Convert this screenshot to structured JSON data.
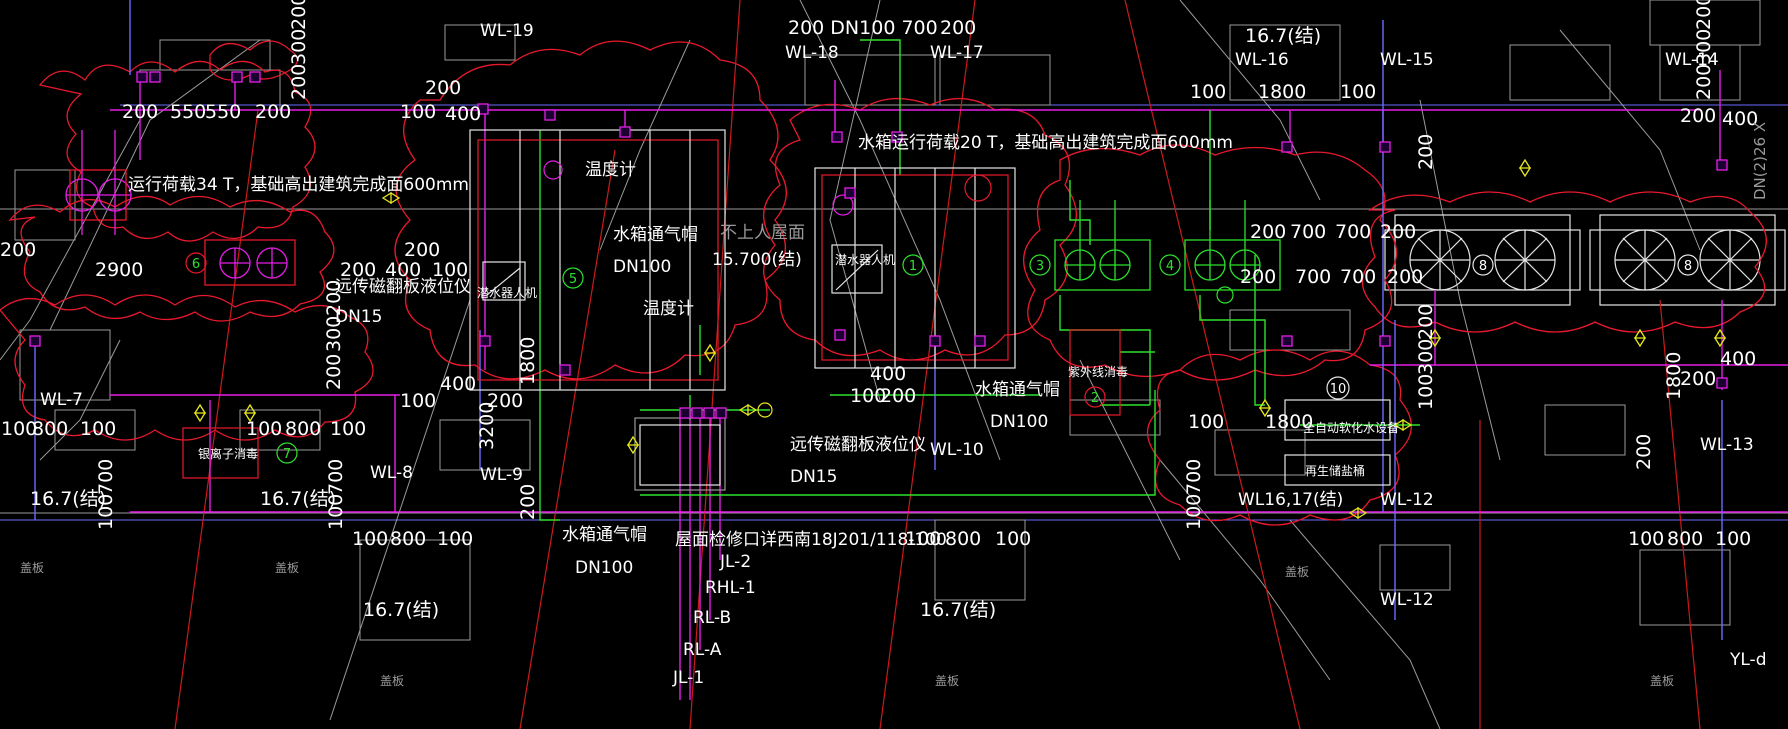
{
  "colors": {
    "background": "#000000",
    "cloud": "#e8192c",
    "pipe_green": "#2de22d",
    "pipe_magenta": "#e61ee6",
    "pipe_blue": "#6b6bff",
    "pipe_yellow": "#e8e81a",
    "grid_gray": "#9a9a9a",
    "red_line": "#cc1a1a"
  },
  "notes": {
    "load_34t": "运行荷载34 T，基础高出建筑完成面600mm",
    "load_20t": "水箱运行荷载20 T，基础高出建筑完成面600mm",
    "temp_1": "温度计",
    "temp_2": "温度计",
    "vent_1": "水箱通气帽",
    "vent_1_dn": "DN100",
    "vent_2": "水箱通气帽",
    "vent_2_dn": "DN100",
    "vent_3": "水箱通气帽",
    "vent_3_dn": "DN100",
    "gauge_1": "远传磁翻板液位仪",
    "gauge_1_dn": "DN15",
    "gauge_2": "远传磁翻板液位仪",
    "gauge_2_dn": "DN15",
    "roof_no_access": "不上人屋面",
    "roof_elev": "15.700(结)",
    "roof_hatch": "屋面检修口详西南18J201/118-100",
    "robot_1": "潜水器人机",
    "robot_2": "潜水器人机",
    "uv": "紫外线消毒",
    "ion": "银离子消毒",
    "softener": "全自动软化水设备",
    "regen": "再生储盐桶",
    "slab": "盖板"
  },
  "tags": {
    "wl19": "WL-19",
    "wl18": "WL-18",
    "wl17": "WL-17",
    "wl16": "WL-16",
    "wl15": "WL-15",
    "wl14": "WL-14",
    "wl13": "WL-13",
    "wl12a": "WL-12",
    "wl12b": "WL-12",
    "wl8": "WL-8",
    "wl7": "WL-7",
    "wl9": "WL-9",
    "wl10": "WL-10",
    "wl1617": "WL16,17(结)",
    "jl2": "JL-2",
    "rhl1": "RHL-1",
    "rlb": "RL-B",
    "rla": "RL-A",
    "jl1": "JL-1",
    "yld": "YL-d",
    "vert": "DN(2)26 X"
  },
  "dims": {
    "d200a": "200",
    "d550": "550",
    "d550b": "550",
    "d200b": "200",
    "d200c": "200",
    "d100a": "100",
    "d400a": "400",
    "d100b": "100",
    "d2900": "2900",
    "d200d": "200",
    "d400b": "400",
    "d200e": "200",
    "d100c": "100",
    "d200f": "200",
    "dn100top": "200 DN100 700",
    "d200g": "200",
    "d100d": "100",
    "d1800": "1800",
    "d100e": "100",
    "d200h": "200",
    "d700a": "700",
    "d700b": "700",
    "d200i": "200",
    "d700c": "700",
    "d700d": "700",
    "d200j": "200",
    "d200k": "200",
    "d400c": "400",
    "d200l": "200",
    "d400d": "400",
    "d100f": "100",
    "d800a": "800",
    "d100g": "100",
    "d100h": "100",
    "d800b": "800",
    "d100i": "100",
    "d100j": "100",
    "d800c": "800",
    "d100k": "100",
    "d100l": "100",
    "d800d": "800",
    "d100m": "100",
    "d100n": "100",
    "d800e": "800",
    "d100o": "100",
    "d400e": "400",
    "d100p": "100",
    "d200m": "200",
    "d200n": "200",
    "d400f": "400",
    "d100q": "100",
    "d1800b": "1800",
    "d100r": "100",
    "d200o": "200",
    "e167a": "16.7(结)",
    "e167b": "16.7(结)",
    "e167c": "16.7(结)",
    "e167d": "16.7(结)",
    "e167e": "16.7(结)",
    "v200a": "200",
    "v300a": "300",
    "v200b": "200",
    "v200c": "200",
    "v300b": "300",
    "v200d": "200",
    "v100a": "100",
    "v700a": "700",
    "v100b": "100",
    "v700b": "700",
    "v1800a": "1800",
    "v200e": "200",
    "v300c": "300",
    "v100c": "100",
    "v200f": "200",
    "v1800b": "1800",
    "v200g": "200",
    "v100d": "100",
    "v700c": "700",
    "v200h": "200",
    "v200i": "200",
    "v300d": "300",
    "v200j": "200",
    "v3200": "3200"
  },
  "circles": {
    "c1": "1",
    "c2": "2",
    "c3": "3",
    "c4": "4",
    "c5": "5",
    "c6": "6",
    "c7": "7",
    "c8a": "8",
    "c8b": "8",
    "c10": "10"
  }
}
